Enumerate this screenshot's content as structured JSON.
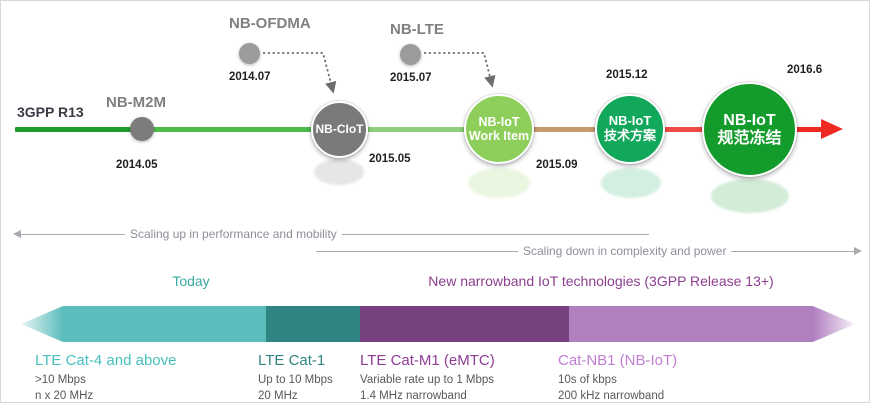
{
  "timeline": {
    "release_label": "3GPP R13",
    "segments": [
      {
        "name": "seg-dark-green",
        "color": "#1f9d2b"
      },
      {
        "name": "seg-mid-green",
        "color": "#4dba4a"
      },
      {
        "name": "seg-light-green",
        "color": "#8ccf7c"
      },
      {
        "name": "seg-tan",
        "color": "#c79a6d"
      },
      {
        "name": "seg-red",
        "color": "#ee4b45"
      }
    ],
    "arrow_color": "#ee2a23",
    "nodes": [
      {
        "id": "nb-m2m",
        "title": "NB-M2M",
        "date": "2014.05",
        "label": "",
        "color": "#7c7c7c"
      },
      {
        "id": "nb-ofdma",
        "title": "NB-OFDMA",
        "date": "2014.07",
        "label": "",
        "color": "#9b9b9b"
      },
      {
        "id": "nb-ciot",
        "title": "",
        "date": "2015.05",
        "label": "NB-CIoT",
        "color": "#7a7a7a"
      },
      {
        "id": "nb-lte",
        "title": "NB-LTE",
        "date": "2015.07",
        "label": "",
        "color": "#9b9b9b"
      },
      {
        "id": "nb-iot-wi",
        "title": "",
        "date": "2015.09",
        "label": "NB-IoT\nWork Item",
        "color": "#8ece5a"
      },
      {
        "id": "nb-iot-ts",
        "title": "",
        "date": "2015.12",
        "label": "NB-IoT\n技术方案",
        "color": "#12a85c"
      },
      {
        "id": "nb-iot-fz",
        "title": "",
        "date": "2016.6",
        "label": "NB-IoT\n规范冻结",
        "color": "#139b2c"
      }
    ]
  },
  "scaling": {
    "up_label": "Scaling up in performance and mobility",
    "down_label": "Scaling down in complexity and power",
    "line_color": "#a9a9b0"
  },
  "spectrum": {
    "headings": [
      {
        "text": "Today",
        "color": "#3aa8a0"
      },
      {
        "text": "New narrowband IoT technologies (3GPP Release 13+)",
        "color": "#8c3f8f"
      }
    ],
    "bar_colors": {
      "teal": "#5cbdbc",
      "dark_teal": "#2f8581",
      "dark_purple": "#77407e",
      "light_purple": "#b07fc0"
    },
    "categories": [
      {
        "title": "LTE Cat-4 and above",
        "title_color": "#48c0bd",
        "lines": [
          ">10 Mbps",
          "n x 20 MHz"
        ]
      },
      {
        "title": "LTE Cat-1",
        "title_color": "#2f8581",
        "lines": [
          "Up to 10 Mbps",
          "20 MHz"
        ]
      },
      {
        "title": "LTE Cat-M1 (eMTC)",
        "title_color": "#8e3c93",
        "lines": [
          "Variable rate up to 1 Mbps",
          "1.4 MHz narrowband"
        ]
      },
      {
        "title": "Cat-NB1 (NB-IoT)",
        "title_color": "#c07fd0",
        "lines": [
          "10s of kbps",
          "200 kHz narrowband"
        ]
      }
    ]
  }
}
